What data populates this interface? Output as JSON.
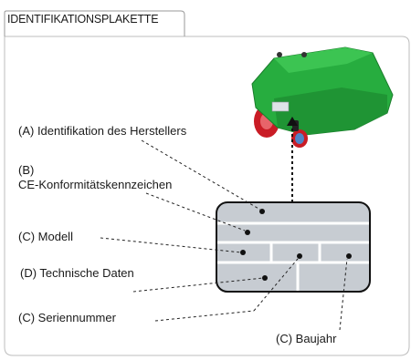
{
  "header": {
    "tab_title": "IDENTIFIKATIONSPLAKETTE"
  },
  "callouts": {
    "manufacturer": "(A) Identifikation des Herstellers",
    "ce_prefix": "(B)",
    "ce_text": "CE-Konformitätskennzeichen",
    "model": "(C) Modell",
    "technical_data": "(D) Technische Daten",
    "serial_number": "(C) Seriennummer",
    "build_year": "(C) Baujahr"
  },
  "illustration": {
    "subject": "robotic-lawn-mower",
    "body_color": "#22a63a",
    "wheel_color": "#d8202a",
    "plate_color": "#c7ccd2"
  }
}
